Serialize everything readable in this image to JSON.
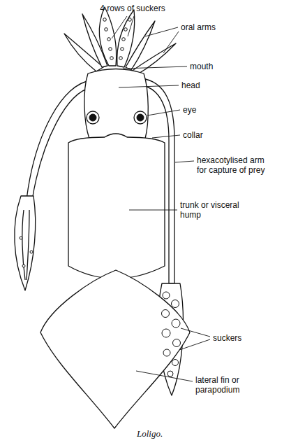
{
  "diagram": {
    "caption": "Loligo.",
    "labels": [
      "4 rows of suckers",
      "oral arms",
      "mouth",
      "head",
      "eye",
      "collar",
      "hexacotylised arm for capture of prey",
      "trunk or visceral hump",
      "suckers",
      "lateral fin or parapodium"
    ]
  }
}
